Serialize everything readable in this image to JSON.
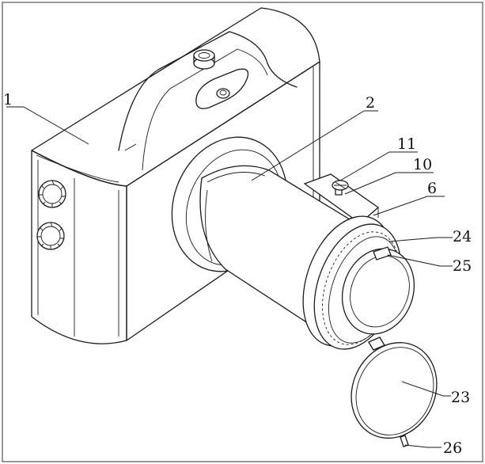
{
  "labels": {
    "l1": "1",
    "l2": "2",
    "l11": "11",
    "l10": "10",
    "l6": "6",
    "l24": "24",
    "l25": "25",
    "l23": "23",
    "l26": "26"
  }
}
